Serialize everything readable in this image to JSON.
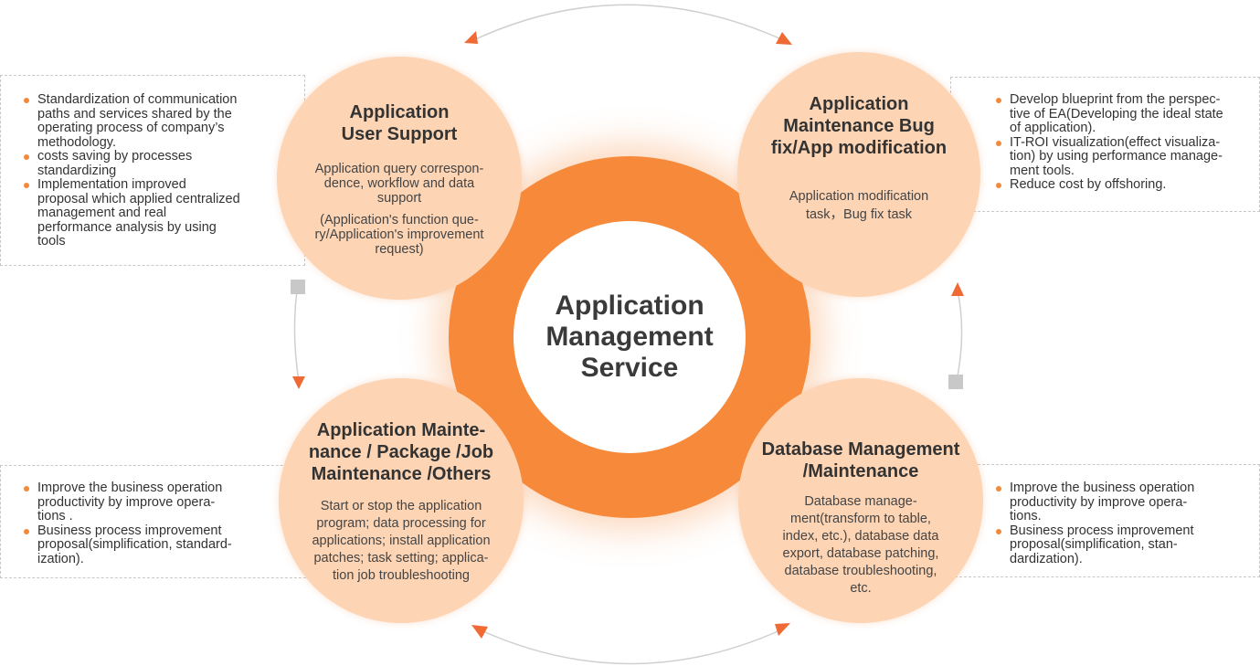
{
  "colors": {
    "accent": "#f78a3a",
    "node_fill": "#fdd5b5",
    "arrow": "#ef6a34",
    "connector": "#cfcfcf"
  },
  "hub": {
    "title_lines": [
      "Application",
      "Management",
      "Service"
    ]
  },
  "nodes": {
    "user_support": {
      "title_lines": [
        "Application",
        "User Support"
      ],
      "desc_lines": [
        "Application query correspon-",
        "dence, workflow and data",
        "support"
      ],
      "desc2_lines": [
        "(Application's function que-",
        "ry/Application's improvement",
        "request)"
      ]
    },
    "maintenance_bug": {
      "title_lines": [
        "Application",
        "Maintenance  Bug",
        "fix/App modification"
      ],
      "desc_lines": [
        "Application modification",
        "task，Bug fix task"
      ]
    },
    "maintenance_package": {
      "title_lines": [
        "Application Mainte-",
        "nance / Package /Job",
        "Maintenance /Others"
      ],
      "desc_lines": [
        "Start or stop the application",
        "program; data processing for",
        "applications; install application",
        "patches; task setting; applica-",
        "tion job troubleshooting"
      ]
    },
    "database": {
      "title_lines": [
        "Database Management",
        "/Maintenance"
      ],
      "desc_lines": [
        "Database manage-",
        "ment(transform to table,",
        "index, etc.), database data",
        "export, database patching,",
        "database troubleshooting,",
        "etc."
      ]
    }
  },
  "boxes": {
    "top_left": [
      [
        "Standardization of communication",
        "paths and services shared by the",
        "operating process of company’s",
        "methodology."
      ],
      [
        "costs saving by processes",
        "standardizing"
      ],
      [
        "Implementation improved",
        "proposal which applied centralized",
        "management and real",
        "performance analysis by using",
        "tools"
      ]
    ],
    "top_right": [
      [
        "Develop blueprint from the perspec-",
        "tive of EA(Developing the ideal state",
        "of application)."
      ],
      [
        "IT-ROI visualization(effect visualiza-",
        "tion) by using performance manage-",
        "ment tools."
      ],
      [
        "Reduce cost by offshoring."
      ]
    ],
    "bottom_left": [
      [
        "Improve the business operation",
        "productivity by improve opera-",
        "tions ."
      ],
      [
        "Business process improvement",
        "proposal(simplification, standard-",
        "ization)."
      ]
    ],
    "bottom_right": [
      [
        "Improve the business operation",
        "productivity by improve opera-",
        "tions."
      ],
      [
        "Business process improvement",
        "proposal(simplification, stan-",
        "dardization)."
      ]
    ]
  }
}
